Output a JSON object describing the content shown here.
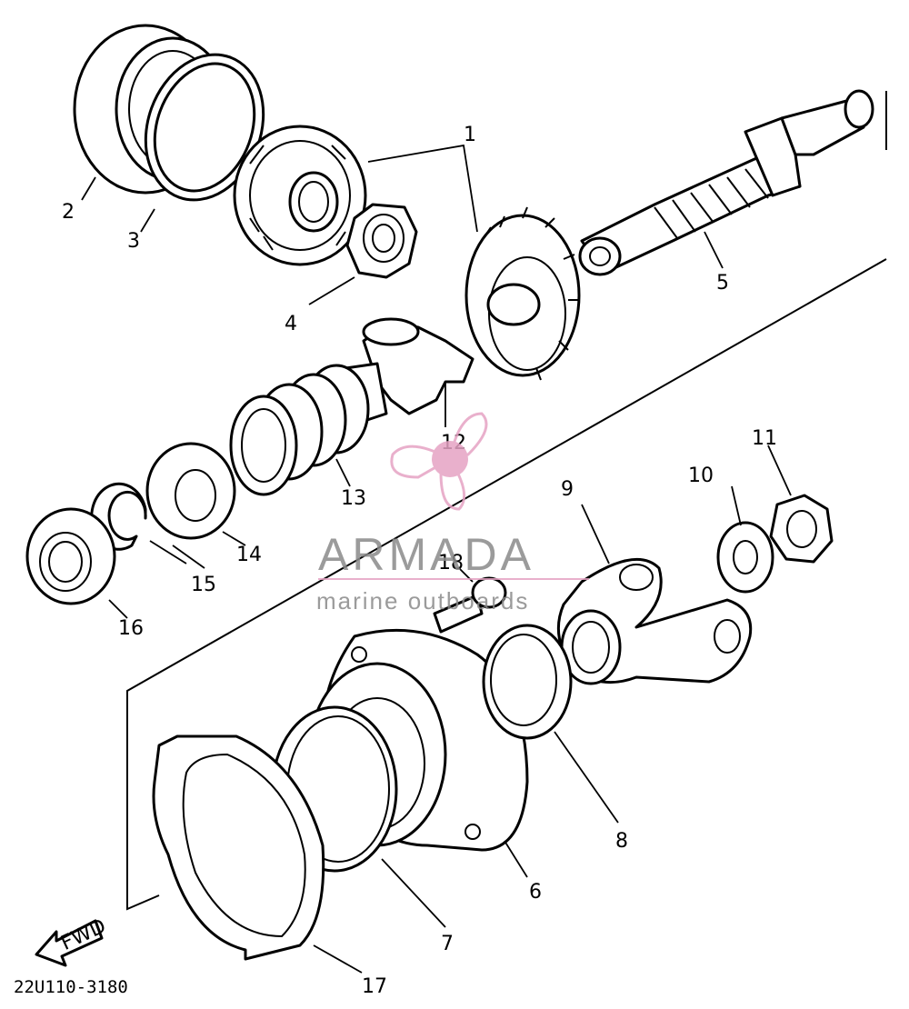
{
  "labels": {
    "l1": "1",
    "l2": "2",
    "l3": "3",
    "l4": "4",
    "l5": "5",
    "l6": "6",
    "l7": "7",
    "l8": "8",
    "l9": "9",
    "l10": "10",
    "l11": "11",
    "l12": "12",
    "l13": "13",
    "l14": "14",
    "l15": "15",
    "l16": "16",
    "l17": "17",
    "l18": "18"
  },
  "diagram_code": "22U110-3180",
  "fwd_label": "FWD",
  "watermark": {
    "title": "ARMADA",
    "subtitle": "marine outboards",
    "color": "#e6a3c4",
    "text_color": "#8a8a8a"
  },
  "icons": {
    "fwd_arrow": "arrow-left-icon",
    "watermark_logo": "propeller-icon"
  }
}
